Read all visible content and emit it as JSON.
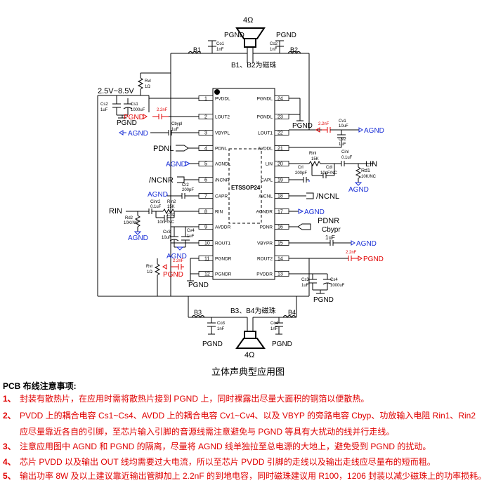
{
  "diagram": {
    "chip_name": "ETSSOP24",
    "speaker_top": "4Ω",
    "speaker_bottom": "4Ω",
    "supply_label": "2.5V~8.5V",
    "bead_note_top": "B1、B2为磁珠",
    "bead_note_bottom": "B3、B4为磁珠",
    "left_pins": [
      {
        "num": "1",
        "name": "PVDDL"
      },
      {
        "num": "2",
        "name": "LOUT2"
      },
      {
        "num": "3",
        "name": "VBYPL"
      },
      {
        "num": "4",
        "name": "PDNL"
      },
      {
        "num": "5",
        "name": "AGNDL"
      },
      {
        "num": "6",
        "name": "/NCNR"
      },
      {
        "num": "7",
        "name": "CAPR"
      },
      {
        "num": "8",
        "name": "RIN"
      },
      {
        "num": "9",
        "name": "AVDDR"
      },
      {
        "num": "10",
        "name": "ROUT1"
      },
      {
        "num": "11",
        "name": "PGNDR"
      },
      {
        "num": "12",
        "name": "PGNDR"
      }
    ],
    "right_pins": [
      {
        "num": "24",
        "name": "PGNDL"
      },
      {
        "num": "23",
        "name": "PGNDL"
      },
      {
        "num": "22",
        "name": "LOUT1"
      },
      {
        "num": "21",
        "name": "AVDDL"
      },
      {
        "num": "20",
        "name": "LIN"
      },
      {
        "num": "19",
        "name": "CAPL"
      },
      {
        "num": "18",
        "name": "/NCNL"
      },
      {
        "num": "17",
        "name": "AGNDR"
      },
      {
        "num": "16",
        "name": "PDNR"
      },
      {
        "num": "15",
        "name": "VBYPR"
      },
      {
        "num": "14",
        "name": "ROUT2"
      },
      {
        "num": "13",
        "name": "PVDDR"
      }
    ],
    "labels": {
      "pgnd": "PGND",
      "agnd": "AGND",
      "b1": "B1",
      "b2": "B2",
      "b3": "B3",
      "b4": "B4",
      "rvl": "Rvl",
      "rvl_val": "1Ω",
      "rvr": "Rvr",
      "rvr_val": "1Ω",
      "co1": "Co1",
      "co2": "Co2",
      "co3": "Co3",
      "co4": "Co4",
      "co_val": "1nF",
      "cs1": "Cs1",
      "cs1_val": "1000uF",
      "cs2": "Cs2",
      "cs2_val": "1uF",
      "cs3": "Cs3",
      "cs3_val": "1uF",
      "cs4": "Cs4",
      "cs4_val": "1000uF",
      "cap22": "2.2nF",
      "cbypl": "Cbypl",
      "cbypl_val": "1uF",
      "cbypr": "Cbypr",
      "cbypr_val": "1uF",
      "cv1": "Cv1",
      "cv1_val": "10uF",
      "cv2": "Cv2",
      "cv2_val": "1uF",
      "cv3": "Cv3",
      "cv3_val": "10uF",
      "cv4": "Cv4",
      "cv4_val": "1uF",
      "rinl": "Rinl",
      "rinl_val": "15K",
      "rinr": "Rin2",
      "rinr_val": "15K",
      "cinl": "Cinl",
      "cinl_val": "0.1uF",
      "cinr": "Cinr2",
      "cinr_val": "0.1uF",
      "crl": "Crl",
      "crl_val": "200pF",
      "crr": "Cr2",
      "crr_val": "200pF",
      "cdl": "Cdl",
      "cdl_val": "10nF/NC",
      "cdr": "Cd2",
      "cdr_val": "10nF/NC",
      "rdl": "Rd1",
      "rdl_val": "10K/NC",
      "rdr": "Rd2",
      "rdr_val": "10K/NC",
      "pdnl": "PDNL",
      "pdnr": "PDNR",
      "ncnr": "/NCNR",
      "ncnl": "/NCNL",
      "lin": "LIN",
      "rin": "RIN"
    }
  },
  "caption": "立体声典型应用图",
  "notes_title": "PCB 布线注意事项:",
  "notes": [
    {
      "num": "1、",
      "text": "封装有散热片，在应用时需将散热片接到 PGND 上，同时裸露出尽量大面积的铜箔以便散热。"
    },
    {
      "num": "2、",
      "text": "PVDD 上的耦合电容 Cs1~Cs4、AVDD 上的耦合电容 Cv1~Cv4、以及 VBYP 的旁路电容 Cbyp、功放输入电阻 Rin1、Rin2"
    },
    {
      "num": "",
      "text": "应尽量靠近各自的引脚，至芯片输入引脚的音源线需注意避免与 PGND 等具有大扰动的线并行走线。"
    },
    {
      "num": "3、",
      "text": "注意应用图中 AGND 和 PGND 的隔离，尽量将 AGND 线单独拉至总电源的大地上，避免受到 PGND 的扰动。"
    },
    {
      "num": "4、",
      "text": "芯片 PVDD 以及输出 OUT 线均需要过大电流，所以至芯片 PVDD 引脚的走线以及输出走线应尽量布的短而粗。"
    },
    {
      "num": "5、",
      "text": "输出功率 8W 及以上建议靠近输出管脚加上 2.2nF 的到地电容，同时磁珠建议用 R100，1206 封装以减少磁珠上的功率损耗。"
    }
  ]
}
